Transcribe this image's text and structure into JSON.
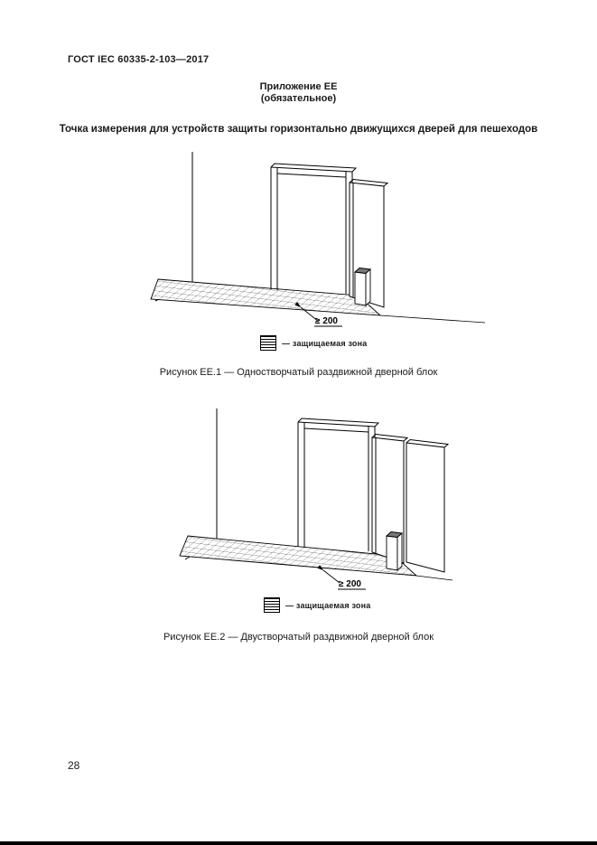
{
  "page": {
    "header": "ГОСТ IEC 60335-2-103—2017",
    "page_number": "28"
  },
  "annex": {
    "name": "Приложение ЕЕ",
    "type": "(обязательное)",
    "heading": "Точка измерения для устройств защиты горизонтально движущихся дверей для пешеходов"
  },
  "figures": [
    {
      "dimension_label": "≥ 200",
      "legend_label": "— защищаемая зона",
      "caption": "Рисунок ЕЕ.1 — Одностворчатый раздвижной дверной блок"
    },
    {
      "dimension_label": "≥ 200",
      "legend_label": "— защищаемая зона",
      "caption": "Рисунок ЕЕ.2 — Двустворчатый раздвижной дверной блок"
    }
  ]
}
